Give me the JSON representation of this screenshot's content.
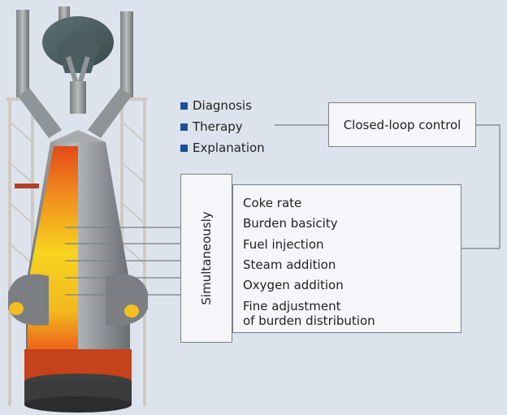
{
  "bullets": [
    "Diagnosis",
    "Therapy",
    "Explanation"
  ],
  "closed_loop_label": "Closed-loop control",
  "simultaneously_label": "Simultaneously",
  "parameters": [
    "Coke rate",
    "Burden basicity",
    "Fuel injection",
    "Steam addition",
    "Oxygen addition"
  ],
  "last_parameter": {
    "line1": "Fine adjustment",
    "line2": "of burden distribution"
  },
  "colors": {
    "background": "#dde3ec",
    "bullet": "#1d4f9c",
    "furnace_shell": "#8c9195",
    "molten_orange": "#e8501a",
    "hot_yellow": "#f5d020",
    "frame": "#c9c4bd"
  },
  "icons": [
    "blast-furnace-illustration"
  ]
}
